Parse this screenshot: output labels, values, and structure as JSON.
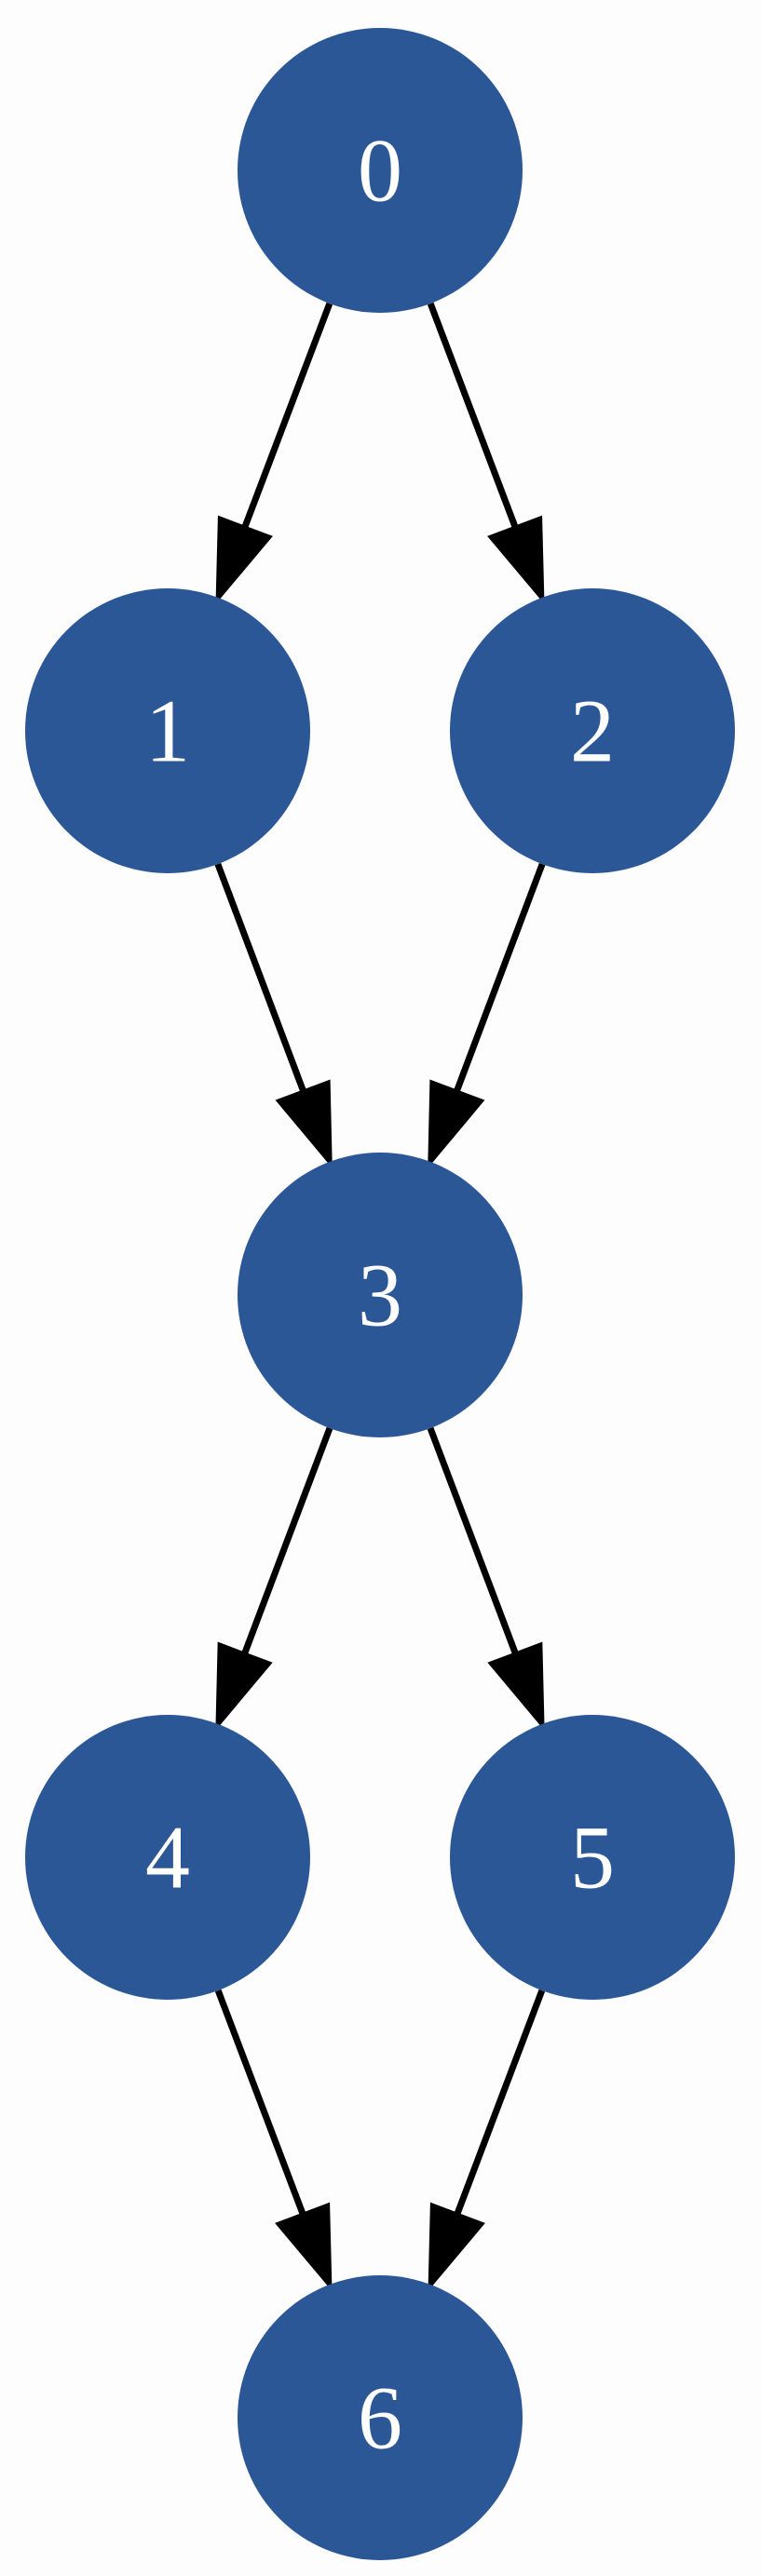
{
  "graph": {
    "node_color": "#2b5797",
    "label_color": "#ffffff",
    "edge_color": "#000000",
    "nodes": [
      {
        "id": "n0",
        "label": "0"
      },
      {
        "id": "n1",
        "label": "1"
      },
      {
        "id": "n2",
        "label": "2"
      },
      {
        "id": "n3",
        "label": "3"
      },
      {
        "id": "n4",
        "label": "4"
      },
      {
        "id": "n5",
        "label": "5"
      },
      {
        "id": "n6",
        "label": "6"
      }
    ],
    "edges": [
      {
        "from": "0",
        "to": "1"
      },
      {
        "from": "0",
        "to": "2"
      },
      {
        "from": "1",
        "to": "3"
      },
      {
        "from": "2",
        "to": "3"
      },
      {
        "from": "3",
        "to": "4"
      },
      {
        "from": "3",
        "to": "5"
      },
      {
        "from": "4",
        "to": "6"
      },
      {
        "from": "5",
        "to": "6"
      }
    ]
  }
}
